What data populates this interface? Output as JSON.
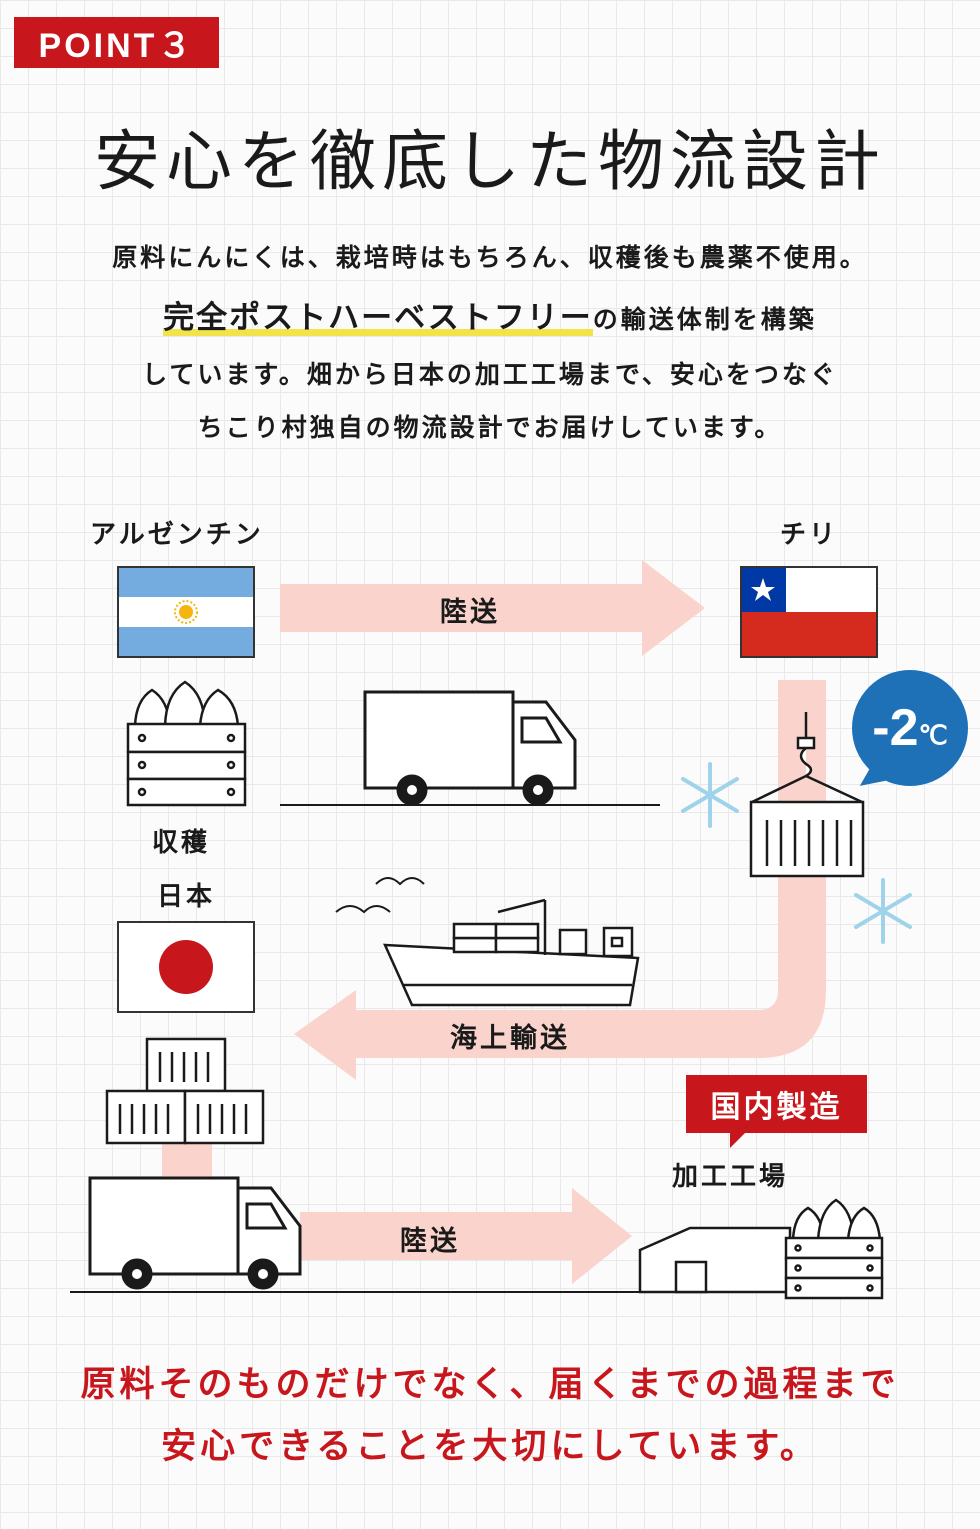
{
  "badge": "POINT３",
  "title": "安心を徹底した物流設計",
  "intro": {
    "line1": "原料にんにくは、栽培時はもちろん、収穫後も農薬不使用。",
    "line2_highlight": "完全ポストハーベストフリー",
    "line2_rest": "の輸送体制を構築",
    "line3": "しています。畑から日本の加工工場まで、安心をつなぐ",
    "line4": "ちこり村独自の物流設計でお届けしています。"
  },
  "diagram": {
    "argentina": "アルゼンチン",
    "chile": "チリ",
    "land_transport_1": "陸送",
    "harvest": "収穫",
    "japan": "日本",
    "temperature": {
      "value": "-2",
      "unit": "℃"
    },
    "sea_transport": "海上輸送",
    "domestic_tag": "国内製造",
    "factory": "加工工場",
    "land_transport_2": "陸送"
  },
  "closing": {
    "line1": "原料そのものだけでなく、届くまでの過程まで",
    "line2": "安心できることを大切にしています。"
  },
  "colors": {
    "red": "#c8161d",
    "arrow": "#fad4cc",
    "blue": "#1e71b7",
    "snow": "#9fd3ea",
    "highlight": "#f2e34b",
    "argentina_blue": "#74acdf"
  }
}
